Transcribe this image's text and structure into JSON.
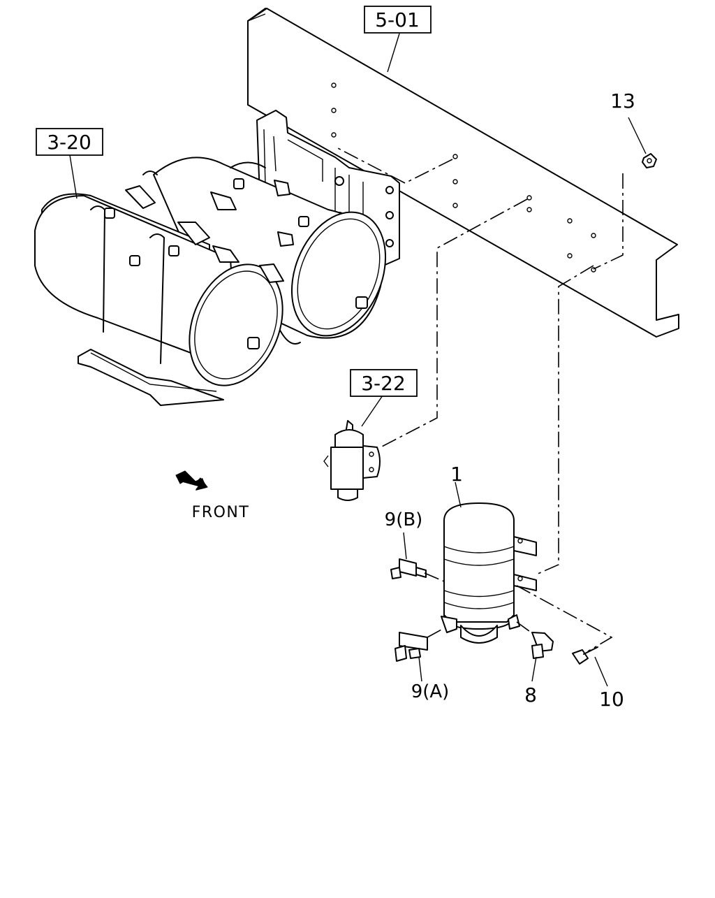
{
  "diagram": {
    "background": "#ffffff",
    "line_color": "#000000",
    "ref_labels": {
      "frame": "5-01",
      "tanks": "3-20",
      "valve": "3-22"
    },
    "callouts": {
      "p1": "1",
      "p9b": "9(B)",
      "p9a": "9(A)",
      "p8": "8",
      "p10": "10",
      "p13": "13"
    },
    "direction_label": "FRONT"
  }
}
